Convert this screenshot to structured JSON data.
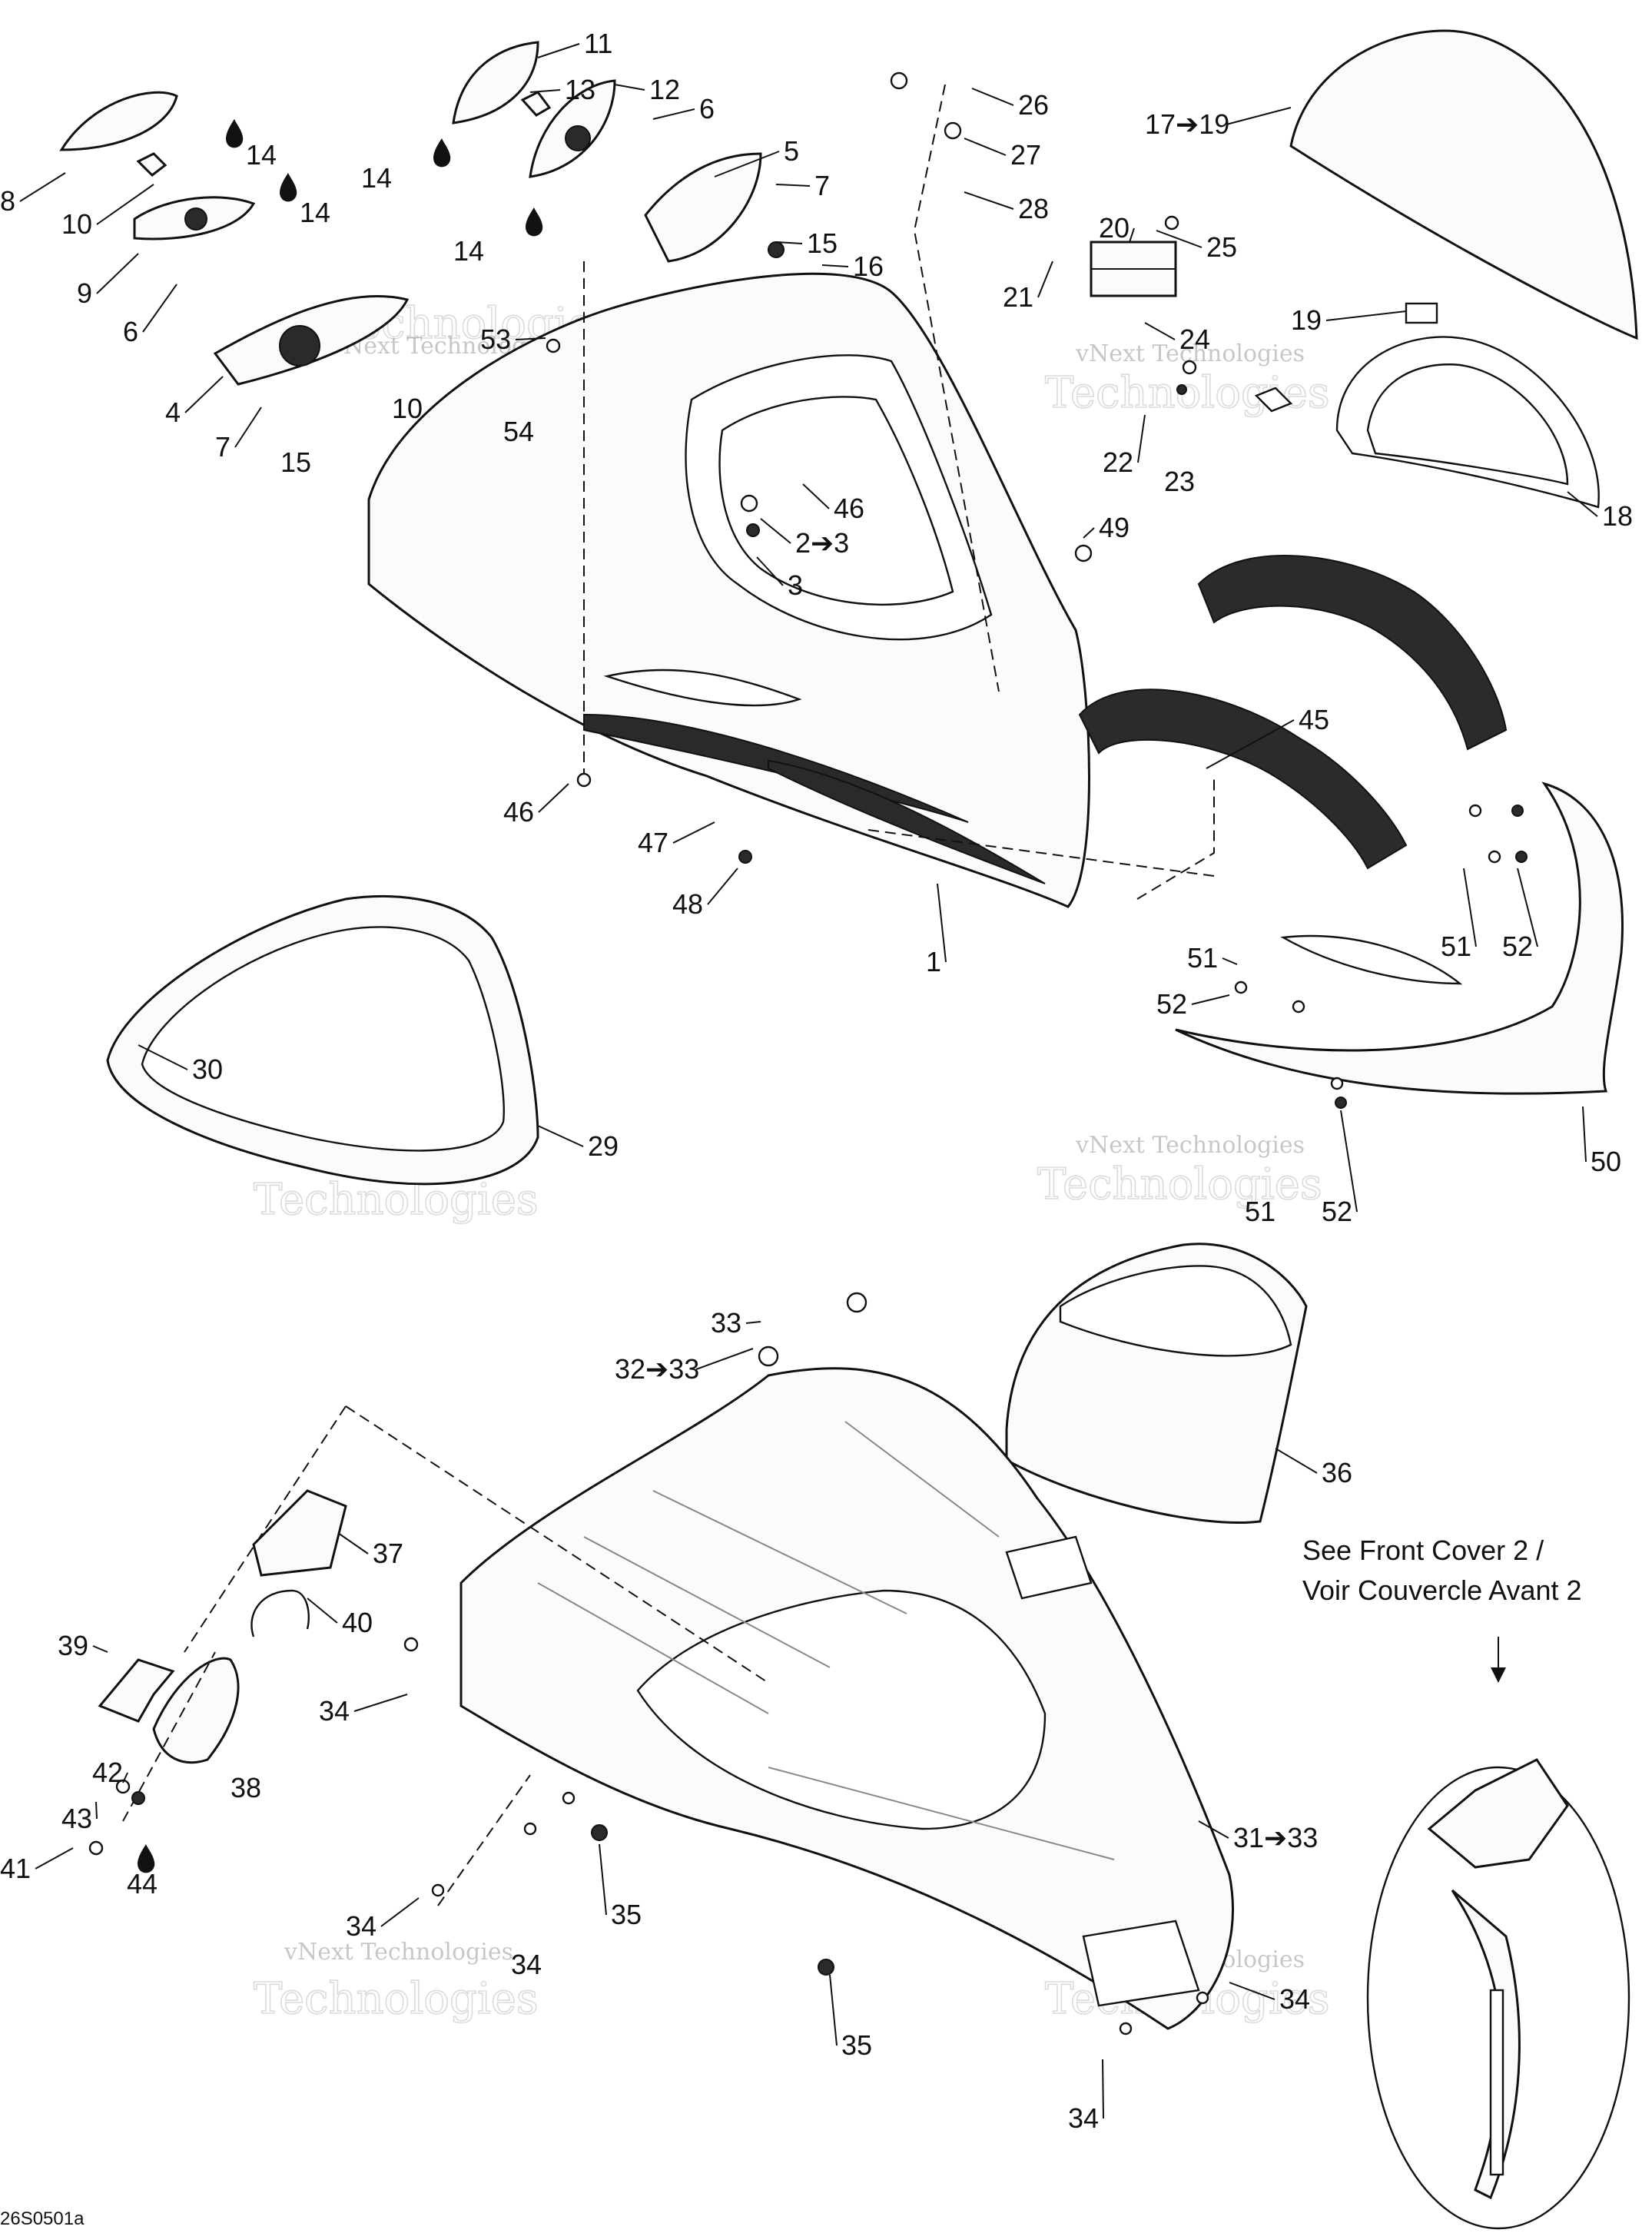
{
  "diagram": {
    "callouts": [
      {
        "id": "c11",
        "text": "11"
      },
      {
        "id": "c13",
        "text": "13"
      },
      {
        "id": "c12",
        "text": "12"
      },
      {
        "id": "c6a",
        "text": "6"
      },
      {
        "id": "c26",
        "text": "26"
      },
      {
        "id": "c1719",
        "text": "17➔19"
      },
      {
        "id": "c8",
        "text": "8"
      },
      {
        "id": "c14a",
        "text": "14"
      },
      {
        "id": "c14b",
        "text": "14"
      },
      {
        "id": "c5",
        "text": "5"
      },
      {
        "id": "c27",
        "text": "27"
      },
      {
        "id": "c10",
        "text": "10"
      },
      {
        "id": "c14c",
        "text": "14"
      },
      {
        "id": "c7a",
        "text": "7"
      },
      {
        "id": "c28",
        "text": "28"
      },
      {
        "id": "c20",
        "text": "20"
      },
      {
        "id": "c14d",
        "text": "14"
      },
      {
        "id": "c15a",
        "text": "15"
      },
      {
        "id": "c25",
        "text": "25"
      },
      {
        "id": "c9",
        "text": "9"
      },
      {
        "id": "c16",
        "text": "16"
      },
      {
        "id": "c21",
        "text": "21"
      },
      {
        "id": "c6b",
        "text": "6"
      },
      {
        "id": "c19",
        "text": "19"
      },
      {
        "id": "c53",
        "text": "53"
      },
      {
        "id": "c24",
        "text": "24"
      },
      {
        "id": "c4",
        "text": "4"
      },
      {
        "id": "c10b",
        "text": "10"
      },
      {
        "id": "c54",
        "text": "54"
      },
      {
        "id": "c7b",
        "text": "7"
      },
      {
        "id": "c15b",
        "text": "15"
      },
      {
        "id": "c22",
        "text": "22"
      },
      {
        "id": "c23",
        "text": "23"
      },
      {
        "id": "c46a",
        "text": "46"
      },
      {
        "id": "c18",
        "text": "18"
      },
      {
        "id": "c23b",
        "text": "2➔3"
      },
      {
        "id": "c49",
        "text": "49"
      },
      {
        "id": "c3",
        "text": "3"
      },
      {
        "id": "c45",
        "text": "45"
      },
      {
        "id": "c46b",
        "text": "46"
      },
      {
        "id": "c47",
        "text": "47"
      },
      {
        "id": "c48",
        "text": "48"
      },
      {
        "id": "c1",
        "text": "1"
      },
      {
        "id": "c51a",
        "text": "51"
      },
      {
        "id": "c52a",
        "text": "52"
      },
      {
        "id": "c51b",
        "text": "51"
      },
      {
        "id": "c52b",
        "text": "52"
      },
      {
        "id": "c30",
        "text": "30"
      },
      {
        "id": "c29",
        "text": "29"
      },
      {
        "id": "c50",
        "text": "50"
      },
      {
        "id": "c51c",
        "text": "51"
      },
      {
        "id": "c52c",
        "text": "52"
      },
      {
        "id": "c33",
        "text": "33"
      },
      {
        "id": "c3233",
        "text": "32➔33"
      },
      {
        "id": "c36",
        "text": "36"
      },
      {
        "id": "c37",
        "text": "37"
      },
      {
        "id": "c40",
        "text": "40"
      },
      {
        "id": "c39",
        "text": "39"
      },
      {
        "id": "c34a",
        "text": "34"
      },
      {
        "id": "c38",
        "text": "38"
      },
      {
        "id": "c42",
        "text": "42"
      },
      {
        "id": "c43",
        "text": "43"
      },
      {
        "id": "c41",
        "text": "41"
      },
      {
        "id": "c44",
        "text": "44"
      },
      {
        "id": "c3133",
        "text": "31➔33"
      },
      {
        "id": "c35a",
        "text": "35"
      },
      {
        "id": "c34b",
        "text": "34"
      },
      {
        "id": "c34c",
        "text": "34"
      },
      {
        "id": "c35b",
        "text": "35"
      },
      {
        "id": "c34d",
        "text": "34"
      },
      {
        "id": "c34e",
        "text": "34"
      }
    ],
    "note": {
      "line1": "See Front Cover 2 /",
      "line2": "Voir Couvercle Avant 2"
    },
    "drawing_code": "26S0501a",
    "watermark": {
      "line1": "vNext",
      "line2": "vNext Technologies",
      "line3": "Technologies"
    }
  }
}
